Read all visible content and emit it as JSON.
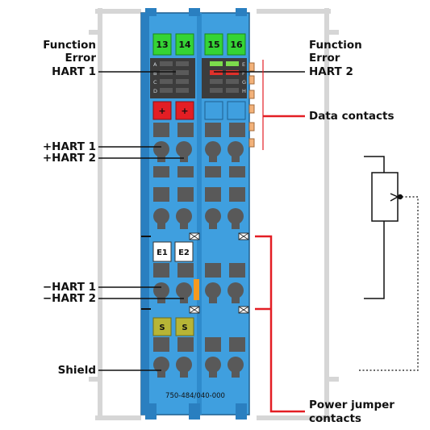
{
  "terminal_numbers": [
    "13",
    "14",
    "15",
    "16"
  ],
  "led_letters_left": [
    "A",
    "B",
    "C",
    "D"
  ],
  "led_letters_right": [
    "E",
    "F",
    "G",
    "H"
  ],
  "plus_markings": [
    "+",
    "+"
  ],
  "e_markings": [
    "E1",
    "E2"
  ],
  "s_markings": [
    "S",
    "S"
  ],
  "part_number": "750-484/040-000",
  "labels_left": {
    "function": "Function",
    "error": "Error",
    "hart1": "HART 1",
    "plus_hart1": "+HART 1",
    "plus_hart2": "+HART 2",
    "minus_hart1": "−HART 1",
    "minus_hart2": "−HART 2",
    "shield": "Shield"
  },
  "labels_right": {
    "function": "Function",
    "error": "Error",
    "hart2": "HART 2",
    "data_contacts": "Data contacts",
    "power_jumper_line1": "Power jumper",
    "power_jumper_line2": "contacts"
  },
  "colors": {
    "module_blue": "#3f9fdf",
    "module_blue_dark": "#2a7fc0",
    "terminal_green": "#35d435",
    "led_dark": "#4a4a4a",
    "led_green": "#7cdc4c",
    "led_red": "#e0302a",
    "marker_red": "#e31e24",
    "marker_olive": "#b7b536",
    "orange": "#f59a1f",
    "gray": "#595959",
    "rail": "#d9d9d9",
    "callout_red": "#e31e24"
  }
}
